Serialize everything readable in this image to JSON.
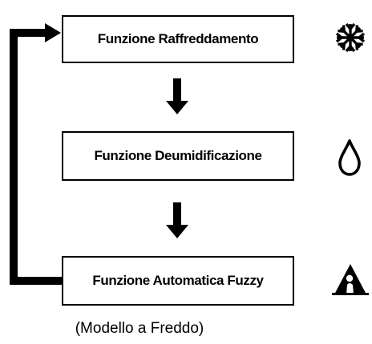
{
  "modes": [
    {
      "label": "Funzione Raffreddamento",
      "icon": "snowflake-icon"
    },
    {
      "label": "Funzione Deumidificazione",
      "icon": "water-drop-icon"
    },
    {
      "label": "Funzione Automatica Fuzzy",
      "icon": "fuzzy-person-icon"
    }
  ],
  "caption": "(Modello a Freddo)",
  "colors": {
    "line": "#000000",
    "background": "#ffffff"
  }
}
